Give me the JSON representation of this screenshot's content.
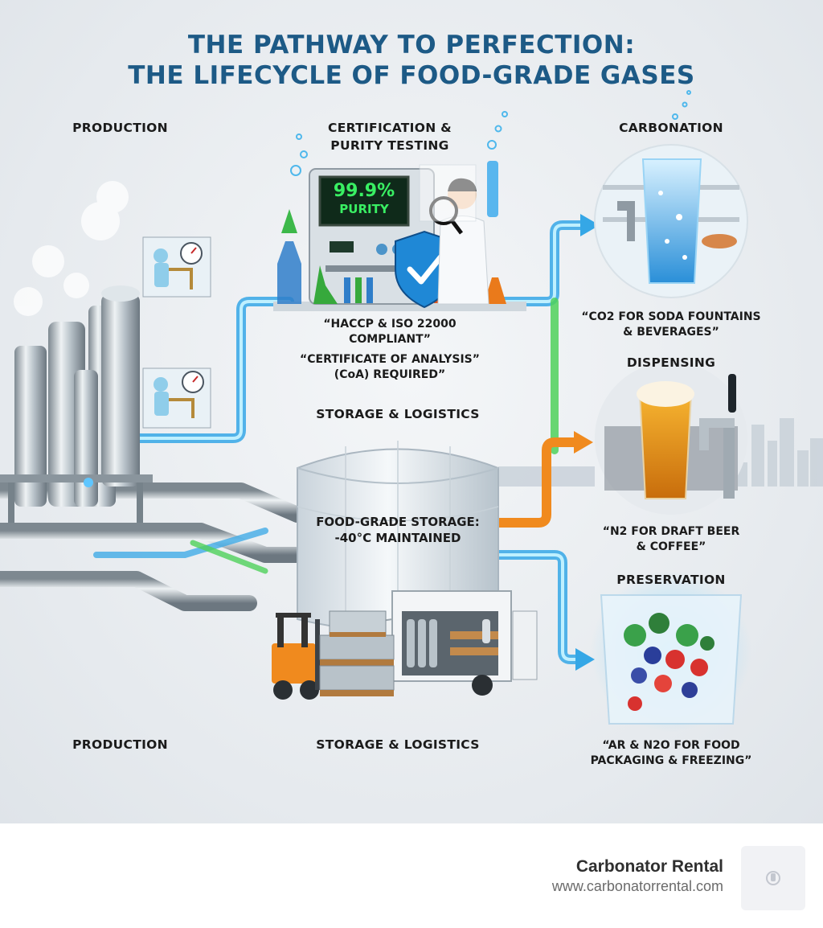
{
  "title": {
    "line1": "THE PATHWAY TO PERFECTION:",
    "line2": "THE LIFECYCLE OF FOOD-GRADE GASES"
  },
  "stages": {
    "production_top": "PRODUCTION",
    "certification_line1": "CERTIFICATION &",
    "certification_line2": "PURITY TESTING",
    "carbonation": "CARBONATION",
    "storage_mid": "STORAGE & LOGISTICS",
    "dispensing": "DISPENSING",
    "preservation": "PRESERVATION",
    "production_bottom": "PRODUCTION",
    "storage_bottom": "STORAGE & LOGISTICS"
  },
  "notes": {
    "purity_line1": "99.9%",
    "purity_line2": "PURITY",
    "haccp_line1": "“HACCP & ISO 22000",
    "haccp_line2": "COMPLIANT”",
    "coa_line1": "“CERTIFICATE OF ANALYSIS”",
    "coa_line2": "(CoA) REQUIRED”",
    "storage_line1": "FOOD-GRADE STORAGE:",
    "storage_line2": "-40°C MAINTAINED",
    "co2_line1": "“CO2 FOR SODA FOUNTAINS",
    "co2_line2": "& BEVERAGES”",
    "n2_line1": "“N2 FOR DRAFT BEER",
    "n2_line2": "& COFFEE”",
    "ar_line1": "“AR & N2O FOR FOOD",
    "ar_line2": "PACKAGING & FREEZING”"
  },
  "footer": {
    "brand": "Carbonator Rental",
    "url": "www.carbonatorrental.com",
    "logo_icon": "carbonator-logo-icon"
  },
  "colors": {
    "title": "#1d5a86",
    "pipe_blue": "#35a7e6",
    "pipe_green": "#4fd15a",
    "pipe_orange": "#f08a1e",
    "screen_green": "#2ee35a"
  }
}
